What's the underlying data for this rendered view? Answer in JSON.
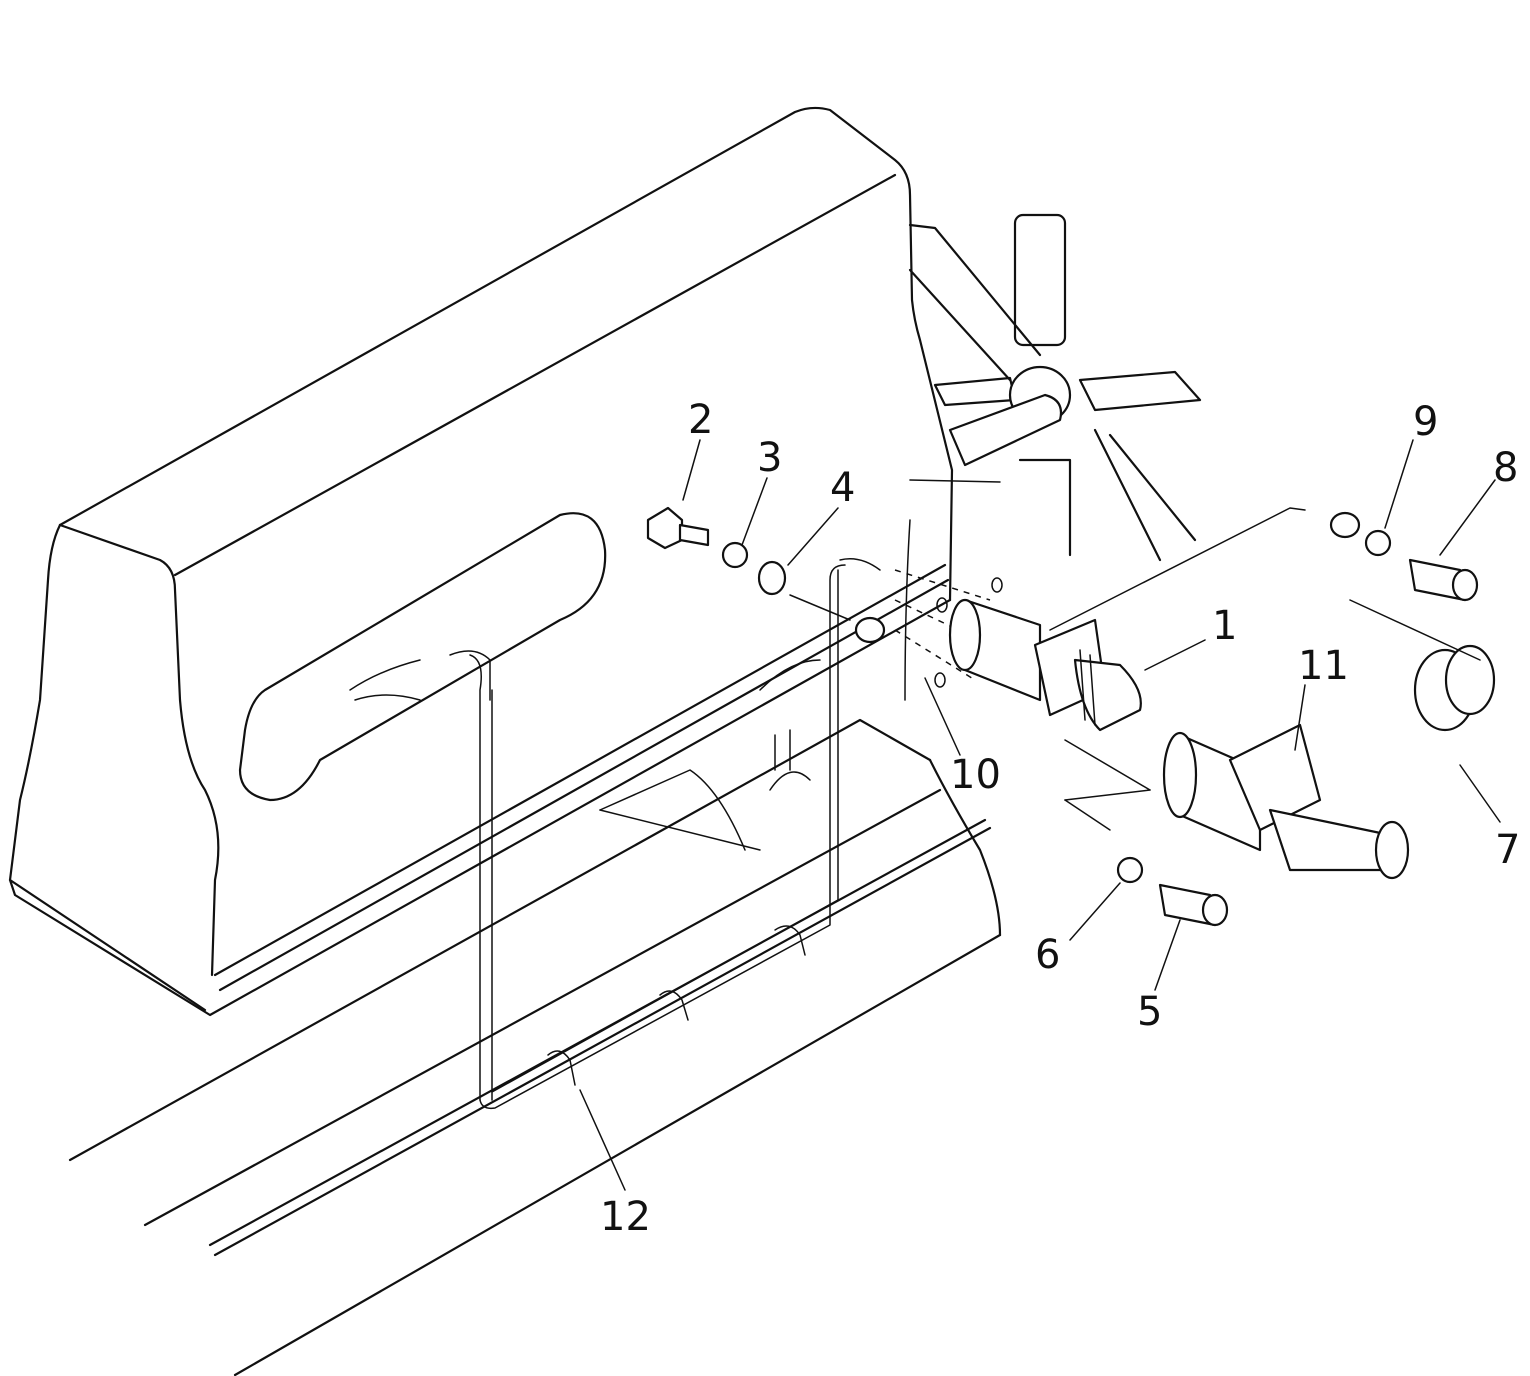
{
  "diagram": {
    "callouts": [
      {
        "id": "c1",
        "label": "1"
      },
      {
        "id": "c2",
        "label": "2"
      },
      {
        "id": "c3",
        "label": "3"
      },
      {
        "id": "c4",
        "label": "4"
      },
      {
        "id": "c5",
        "label": "5"
      },
      {
        "id": "c6",
        "label": "6"
      },
      {
        "id": "c7",
        "label": "7"
      },
      {
        "id": "c8",
        "label": "8"
      },
      {
        "id": "c9",
        "label": "9"
      },
      {
        "id": "c10",
        "label": "10"
      },
      {
        "id": "c11",
        "label": "11"
      },
      {
        "id": "c12",
        "label": "12"
      }
    ],
    "ink_color": "#111111",
    "paper_color": "#ffffff"
  }
}
